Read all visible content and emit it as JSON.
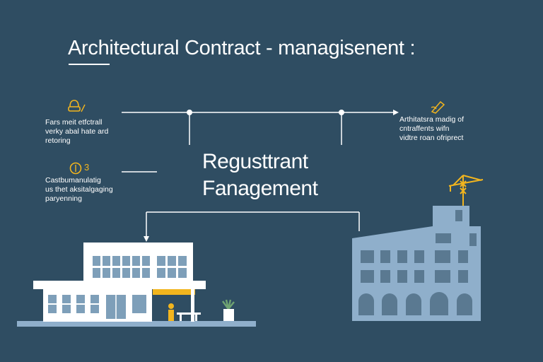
{
  "title": "Architectural Contract - managisenent :",
  "notes": {
    "top_left": "Fars meit etfctrall\nverky abal hate ard\nretoring",
    "mid_left": "Castbumanulatig\nus thet aksitalgaging\nparyenning",
    "top_right": "Arthitatsra madig of\ncntraffents wifn\nvidtre roan ofriprect",
    "mid_left_icon_text": "3"
  },
  "center_heading": "Regusttrant\nFanagement",
  "icons": {
    "top_left": "worker-icon",
    "mid_left": "coin-icon",
    "top_right": "pen-icon"
  },
  "colors": {
    "background": "#2f4d62",
    "accent": "#f2b51e",
    "building_white": "#ffffff",
    "building_blue": "#8fafcb",
    "line": "#ffffff"
  }
}
